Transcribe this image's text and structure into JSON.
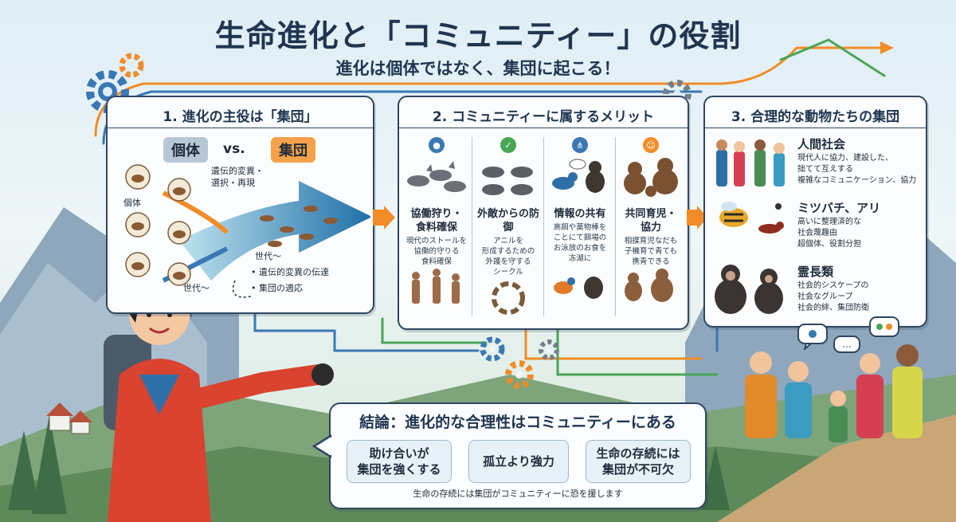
{
  "header": {
    "title": "生命進化と「コミュニティー」の役割",
    "subtitle": "進化は個体ではなく、集団に起こる！"
  },
  "panel1": {
    "title": "1. 進化の主役は「集団」",
    "individual_tag": "個体",
    "vs": "vs.",
    "group_tag": "集団",
    "label_individual": "個体",
    "arrow_text": "遺伝的変異・\n選択・再現",
    "generations": "世代〜",
    "loop_label": "世代〜",
    "bullets": [
      "遺伝的変異の伝達",
      "集団の適応"
    ]
  },
  "panel2": {
    "title": "2. コミュニティーに属するメリット",
    "columns": [
      {
        "heading": "協働狩り・\n食料確保",
        "text": "現代のストールを\n協働的守りる\n食料確保",
        "icon": "people-icon"
      },
      {
        "heading": "外敵からの防御",
        "text": "アニルを\n形成するための\n外護を守する\nシークル",
        "icon": "shield-icon"
      },
      {
        "heading": "情報の共有",
        "text": "高餌や薬物棒を\nことにて餌場の\nお泳放のお食を\n冻湖に",
        "icon": "share-icon"
      },
      {
        "heading": "共同育児・\n協力",
        "text": "相撲育児なだも\n子機育で青ても\n携青できる",
        "icon": "family-icon"
      }
    ]
  },
  "panel3": {
    "title": "3. 合理的な動物たちの集団",
    "groups": [
      {
        "name": "人間社会",
        "points": [
          "現代人に協力、建設した、",
          "拙てて互えする",
          "複雑なコミュニケーション、協力"
        ]
      },
      {
        "name": "ミツバチ、アリ",
        "points": [
          "高いに整理済的な",
          "社会蔑趣由",
          "超個体、役割分担"
        ]
      },
      {
        "name": "霊長類",
        "points": [
          "社会的シスケープの",
          "社会なグループ",
          "社会的絆、集団防衛"
        ]
      }
    ]
  },
  "conclusion": {
    "title": "結論：進化的な合理性はコミュニティーにある",
    "items": [
      "助け合いが\n集団を強くする",
      "孤立より強力",
      "生命の存続には\n集団が不可欠"
    ],
    "footer": "生命の存続には集団がコミュニティーに恐を援します"
  },
  "colors": {
    "panel_border": "#2f4660",
    "orange": "#f28c28",
    "blue": "#3a78b5",
    "green": "#4aa657",
    "tag_individual": "#b8c7d6",
    "tag_group": "#f5a24a"
  }
}
